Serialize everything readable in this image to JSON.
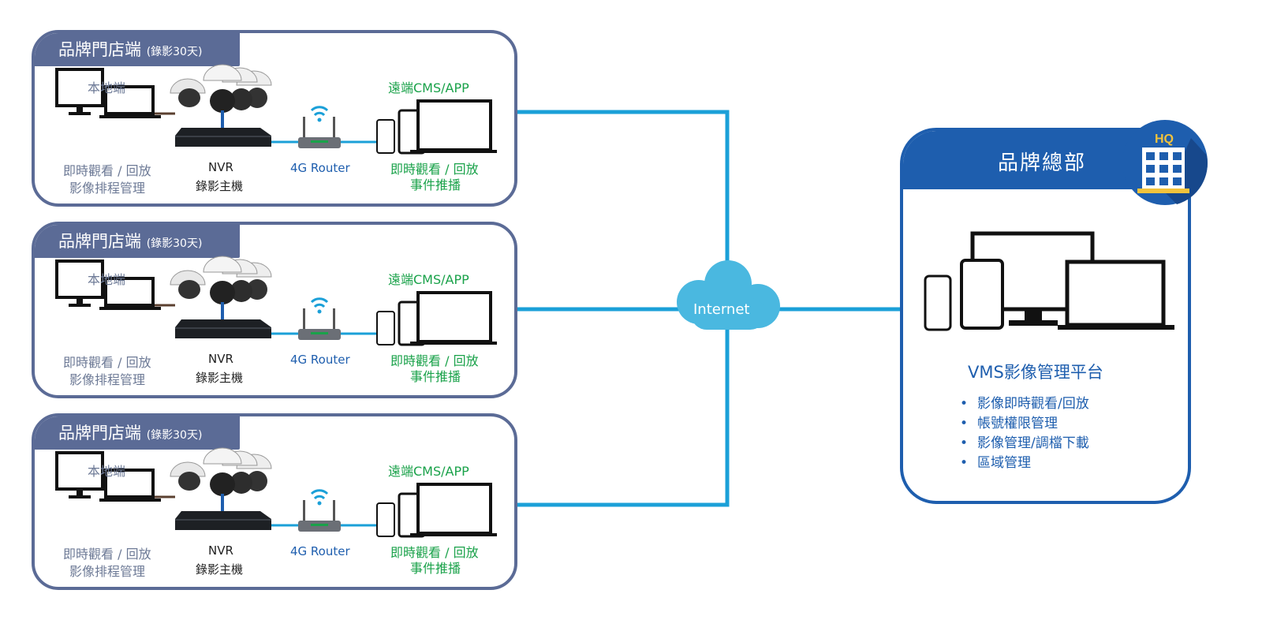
{
  "stores": [
    {
      "title": "品牌門店端",
      "subtitle": "(錄影30天)",
      "local_label": "本地端",
      "remote_label": "遠端CMS/APP",
      "local_func_1": "即時觀看 / 回放",
      "local_func_2": "影像排程管理",
      "nvr_label_1": "NVR",
      "nvr_label_2": "錄影主機",
      "router_label": "4G Router",
      "remote_func_1": "即時觀看 / 回放",
      "remote_func_2": "事件推播"
    },
    {
      "title": "品牌門店端",
      "subtitle": "(錄影30天)",
      "local_label": "本地端",
      "remote_label": "遠端CMS/APP",
      "local_func_1": "即時觀看 / 回放",
      "local_func_2": "影像排程管理",
      "nvr_label_1": "NVR",
      "nvr_label_2": "錄影主機",
      "router_label": "4G Router",
      "remote_func_1": "即時觀看 / 回放",
      "remote_func_2": "事件推播"
    },
    {
      "title": "品牌門店端",
      "subtitle": "(錄影30天)",
      "local_label": "本地端",
      "remote_label": "遠端CMS/APP",
      "local_func_1": "即時觀看 / 回放",
      "local_func_2": "影像排程管理",
      "nvr_label_1": "NVR",
      "nvr_label_2": "錄影主機",
      "router_label": "4G Router",
      "remote_func_1": "即時觀看 / 回放",
      "remote_func_2": "事件推播"
    }
  ],
  "network": {
    "label": "Internet"
  },
  "hq": {
    "title": "品牌總部",
    "badge": "HQ",
    "platform_title": "VMS影像管理平台",
    "features": [
      "影像即時觀看/回放",
      "帳號權限管理",
      "影像管理/調檔下載",
      "區域管理"
    ]
  },
  "colors": {
    "store_border": "#5b6b96",
    "hq_blue": "#1e5eae",
    "link_blue": "#1ba0d8",
    "cloud": "#4ab8e0",
    "green_text": "#1aa24a"
  },
  "icons": [
    "monitor-icon",
    "laptop-icon",
    "dome-camera-icon",
    "nvr-icon",
    "wifi-router-icon",
    "phone-icon",
    "tablet-icon",
    "cloud-icon",
    "building-icon"
  ]
}
